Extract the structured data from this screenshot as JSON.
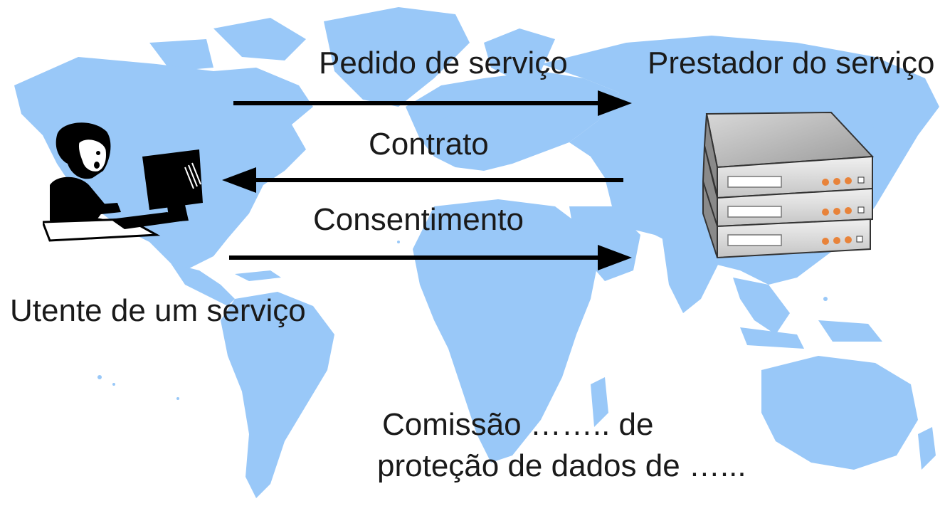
{
  "labels": {
    "service_request": "Pedido de serviço",
    "service_provider": "Prestador do serviço",
    "contract": "Contrato",
    "consent": "Consentimento",
    "service_user": "Utente de um serviço",
    "commission_line1": "Comissão …….. de",
    "commission_line2": "proteção de dados de …..."
  },
  "colors": {
    "map_fill": "#99c8f8",
    "arrow": "#000000",
    "server_led": "#e8833a",
    "text": "#1a1a1a"
  },
  "icons": {
    "user": "person-at-computer-icon",
    "server": "server-stack-icon",
    "background": "world-map"
  }
}
